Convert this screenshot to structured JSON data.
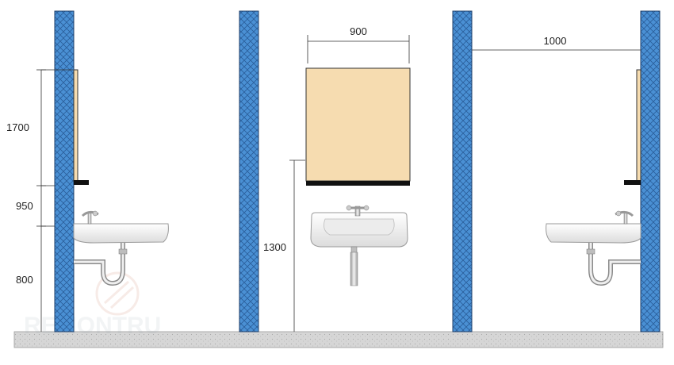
{
  "diagram": {
    "dimensions": {
      "mirror_top_height": "1700",
      "mirror_bottom_height": "950",
      "sink_height": "800",
      "mirror_width": "900",
      "mirror_height_from_floor": "1300",
      "wall_to_wall_width": "1000"
    },
    "watermark": "REMONTRU"
  },
  "colors": {
    "wall_fill": "#4a90d4",
    "wall_hatch": "#2a5e9a",
    "mirror_fill": "#f6dcb0",
    "floor_fill": "#d4d4d4",
    "shelf": "#111111",
    "ceramic": "#f3f3f3",
    "chrome": "#c8c8c8"
  }
}
